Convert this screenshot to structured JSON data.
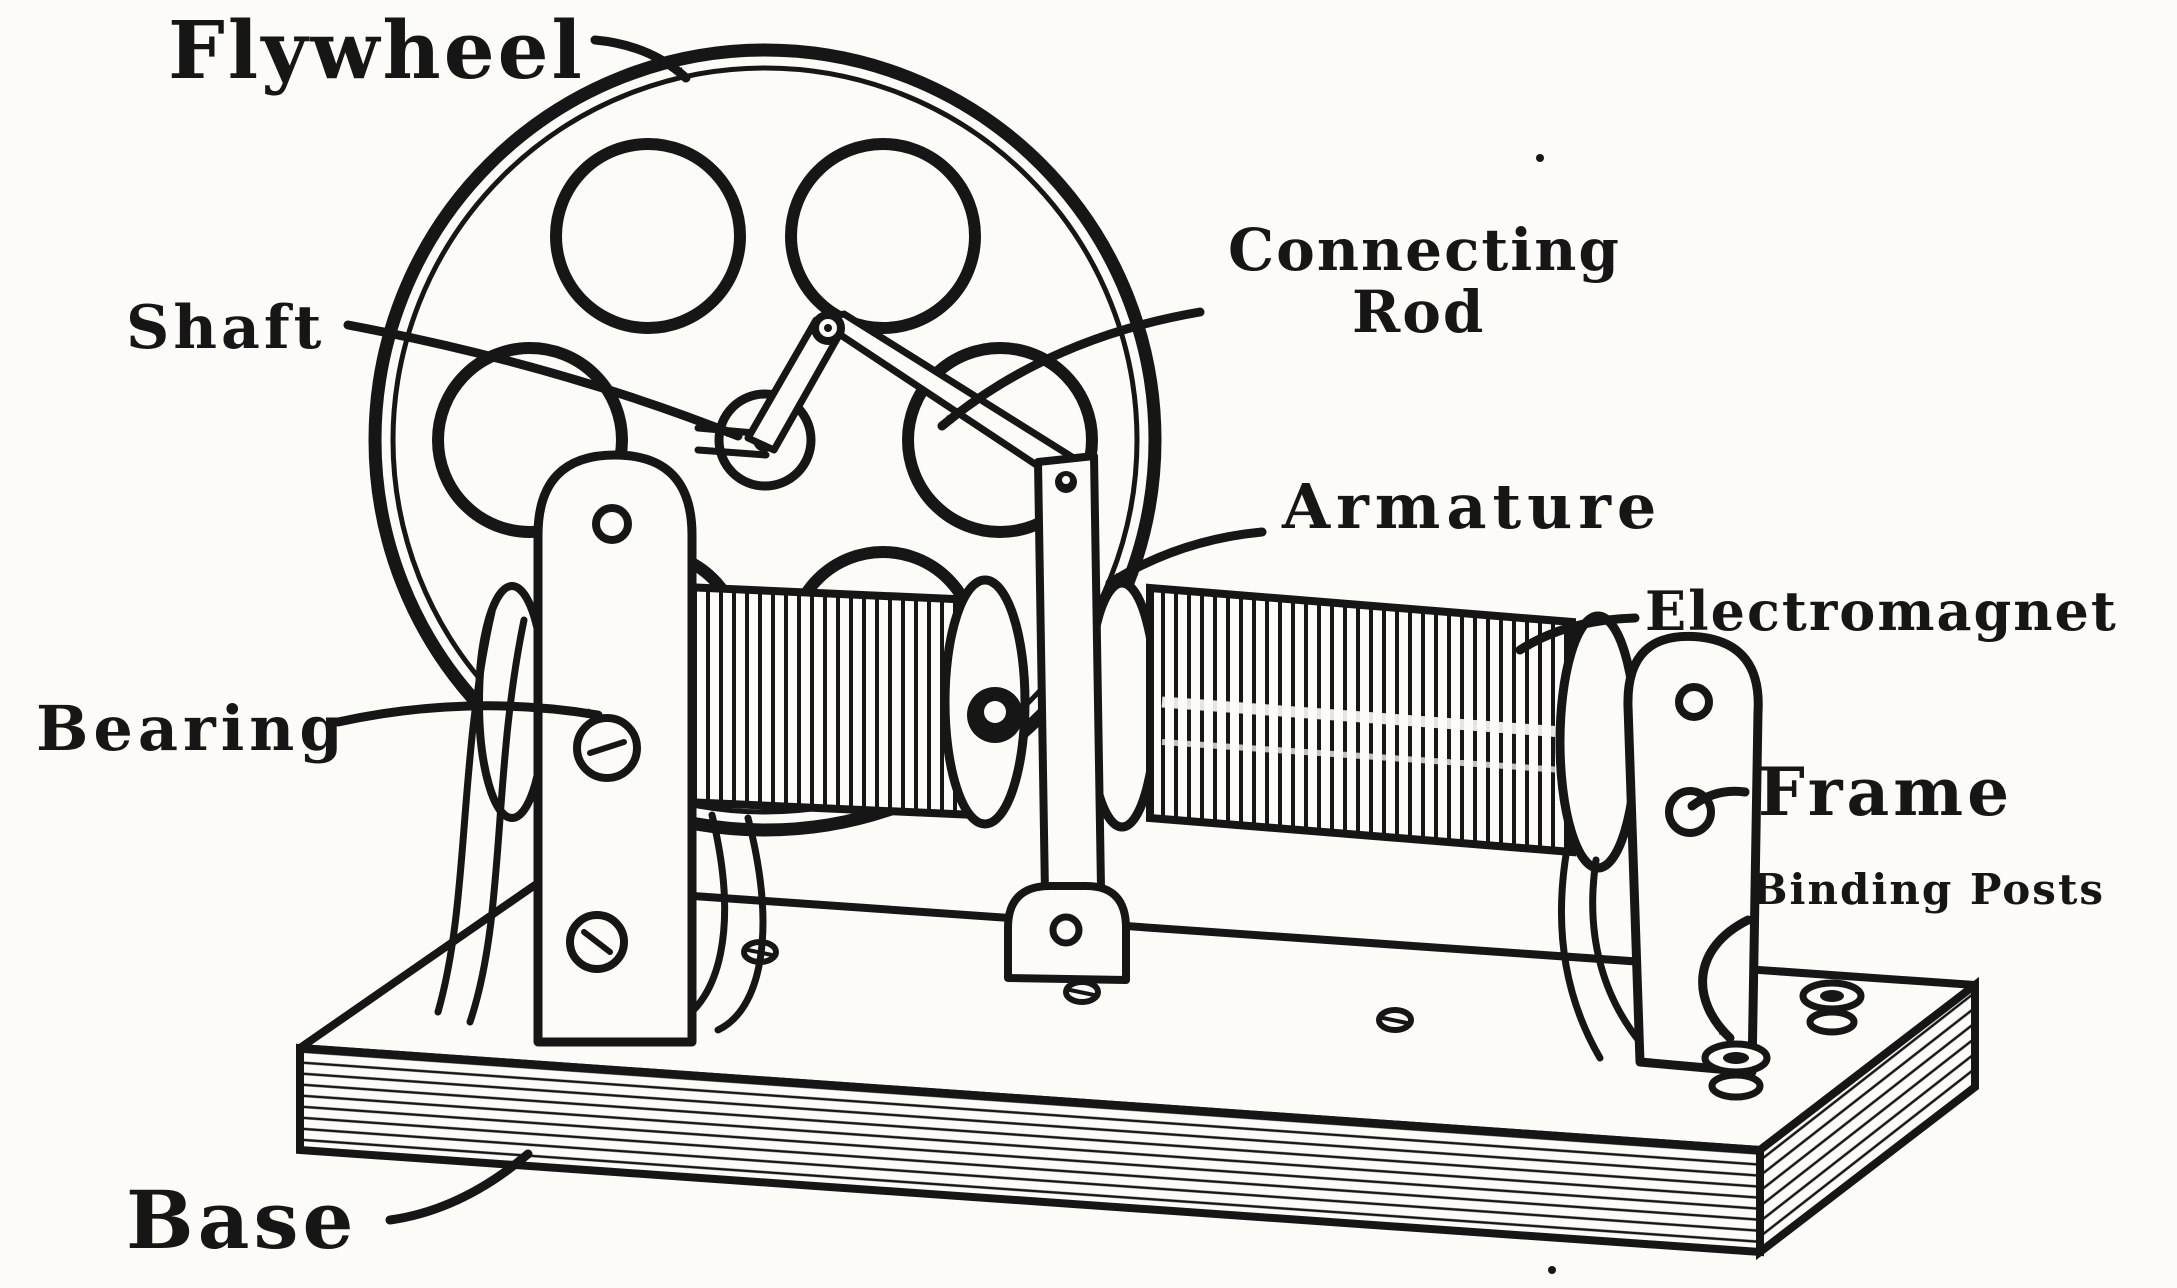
{
  "figure": {
    "type": "labeled-technical-diagram",
    "subject": "Simple electromagnetic engine (toy electric motor) on wooden base",
    "ink_color": "#161616",
    "paper_color": "#fcfbf7",
    "labels": {
      "flywheel": "Flywheel",
      "shaft": "Shaft",
      "connecting_rod": {
        "line1": "Connecting",
        "line2": "Rod"
      },
      "armature": "Armature",
      "electromagnet": "Electromagnet",
      "bearing": "Bearing",
      "frame": "Frame",
      "binding_posts": "Binding Posts",
      "base": "Base"
    }
  }
}
